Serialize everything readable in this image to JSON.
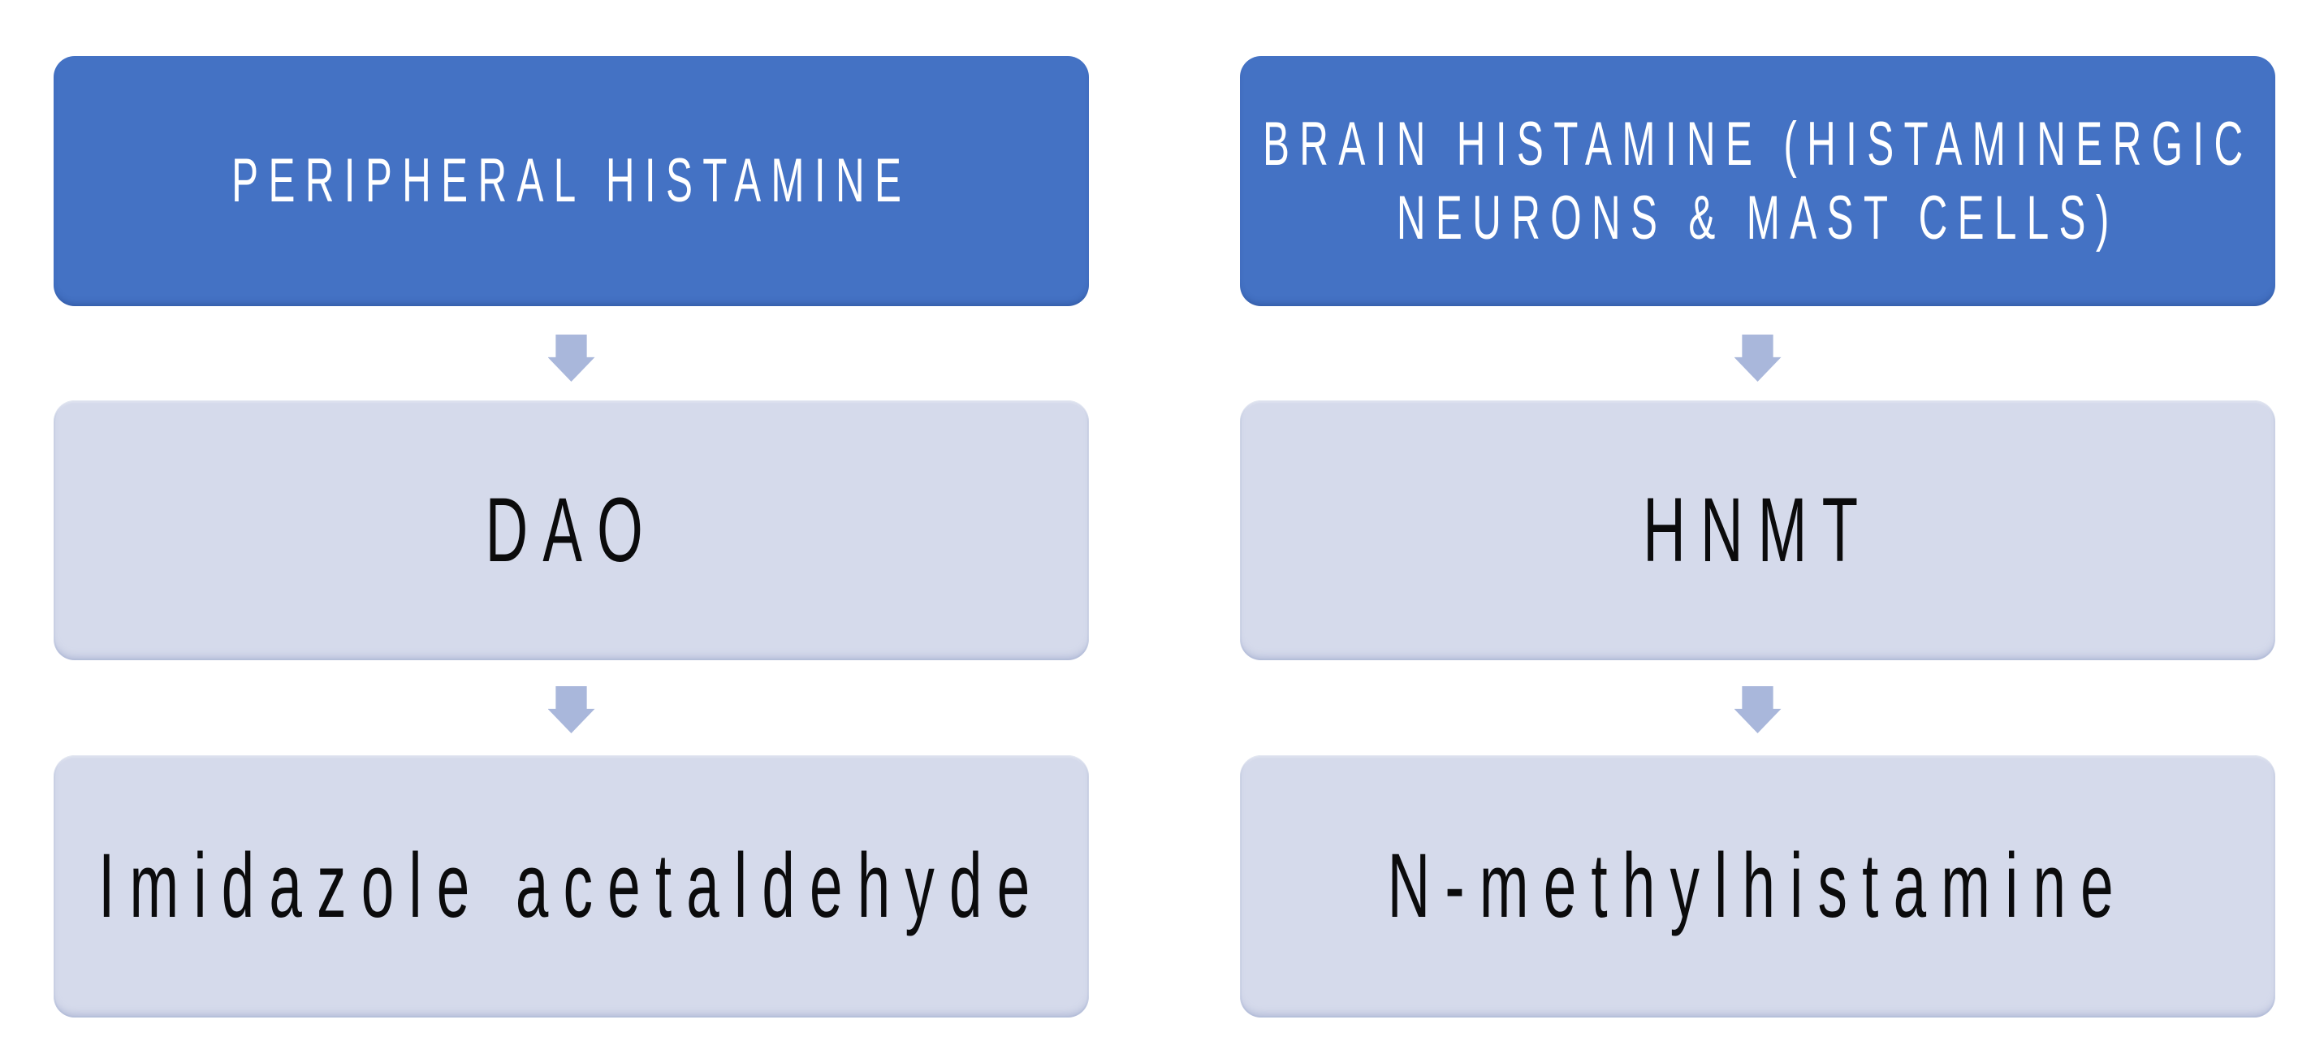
{
  "diagram": {
    "type": "flowchart",
    "columns": [
      {
        "header": "PERIPHERAL HISTAMINE",
        "enzyme": "DAO",
        "metabolite": "Imidazole acetaldehyde"
      },
      {
        "header": "BRAIN HISTAMINE (HISTAMINERGIC NEURONS & MAST CELLS)",
        "enzyme": "HNMT",
        "metabolite": "N-methylhistamine"
      }
    ],
    "colors": {
      "header_bg": "#4472C4",
      "header_text": "#FFFFFF",
      "node_bg": "#D5DAEB",
      "node_text": "#0B0B0C",
      "arrow": "#A9B7DB",
      "background": "#FFFFFF"
    }
  }
}
